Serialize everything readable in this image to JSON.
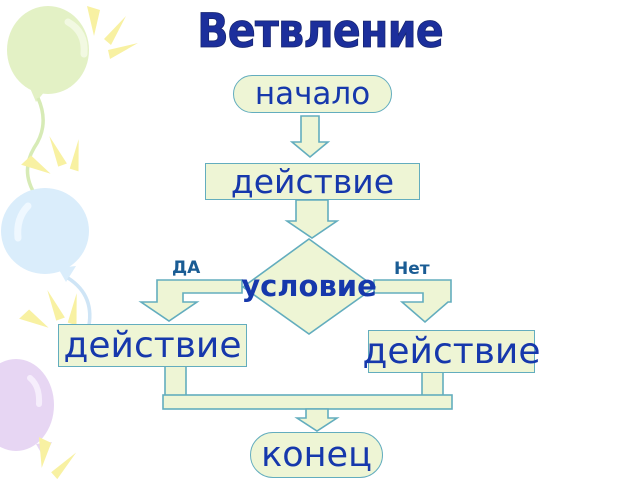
{
  "title": "Ветвление",
  "flowchart": {
    "nodes": {
      "start": {
        "label": "начало",
        "type": "terminator"
      },
      "action_top": {
        "label": "действие",
        "type": "process"
      },
      "condition": {
        "label": "условие",
        "type": "decision"
      },
      "action_yes": {
        "label": "действие",
        "type": "process"
      },
      "action_no": {
        "label": "действие",
        "type": "process"
      },
      "end": {
        "label": "конец",
        "type": "terminator"
      }
    },
    "branch_labels": {
      "yes": "ДА",
      "no": "Нет"
    }
  },
  "colors": {
    "title_text": "#1c2f9c",
    "flow_text": "#1638ac",
    "branch_label": "#1a5c94",
    "shape_fill": "#eef5d5",
    "shape_stroke": "#63adbe",
    "balloon_green": "#e3f1c5",
    "balloon_blue": "#daedfb",
    "balloon_purple": "#e7d6f3",
    "sparkle": "#f8f1a2",
    "string_green": "#d7ebb6",
    "string_blue": "#cfe5f6"
  }
}
